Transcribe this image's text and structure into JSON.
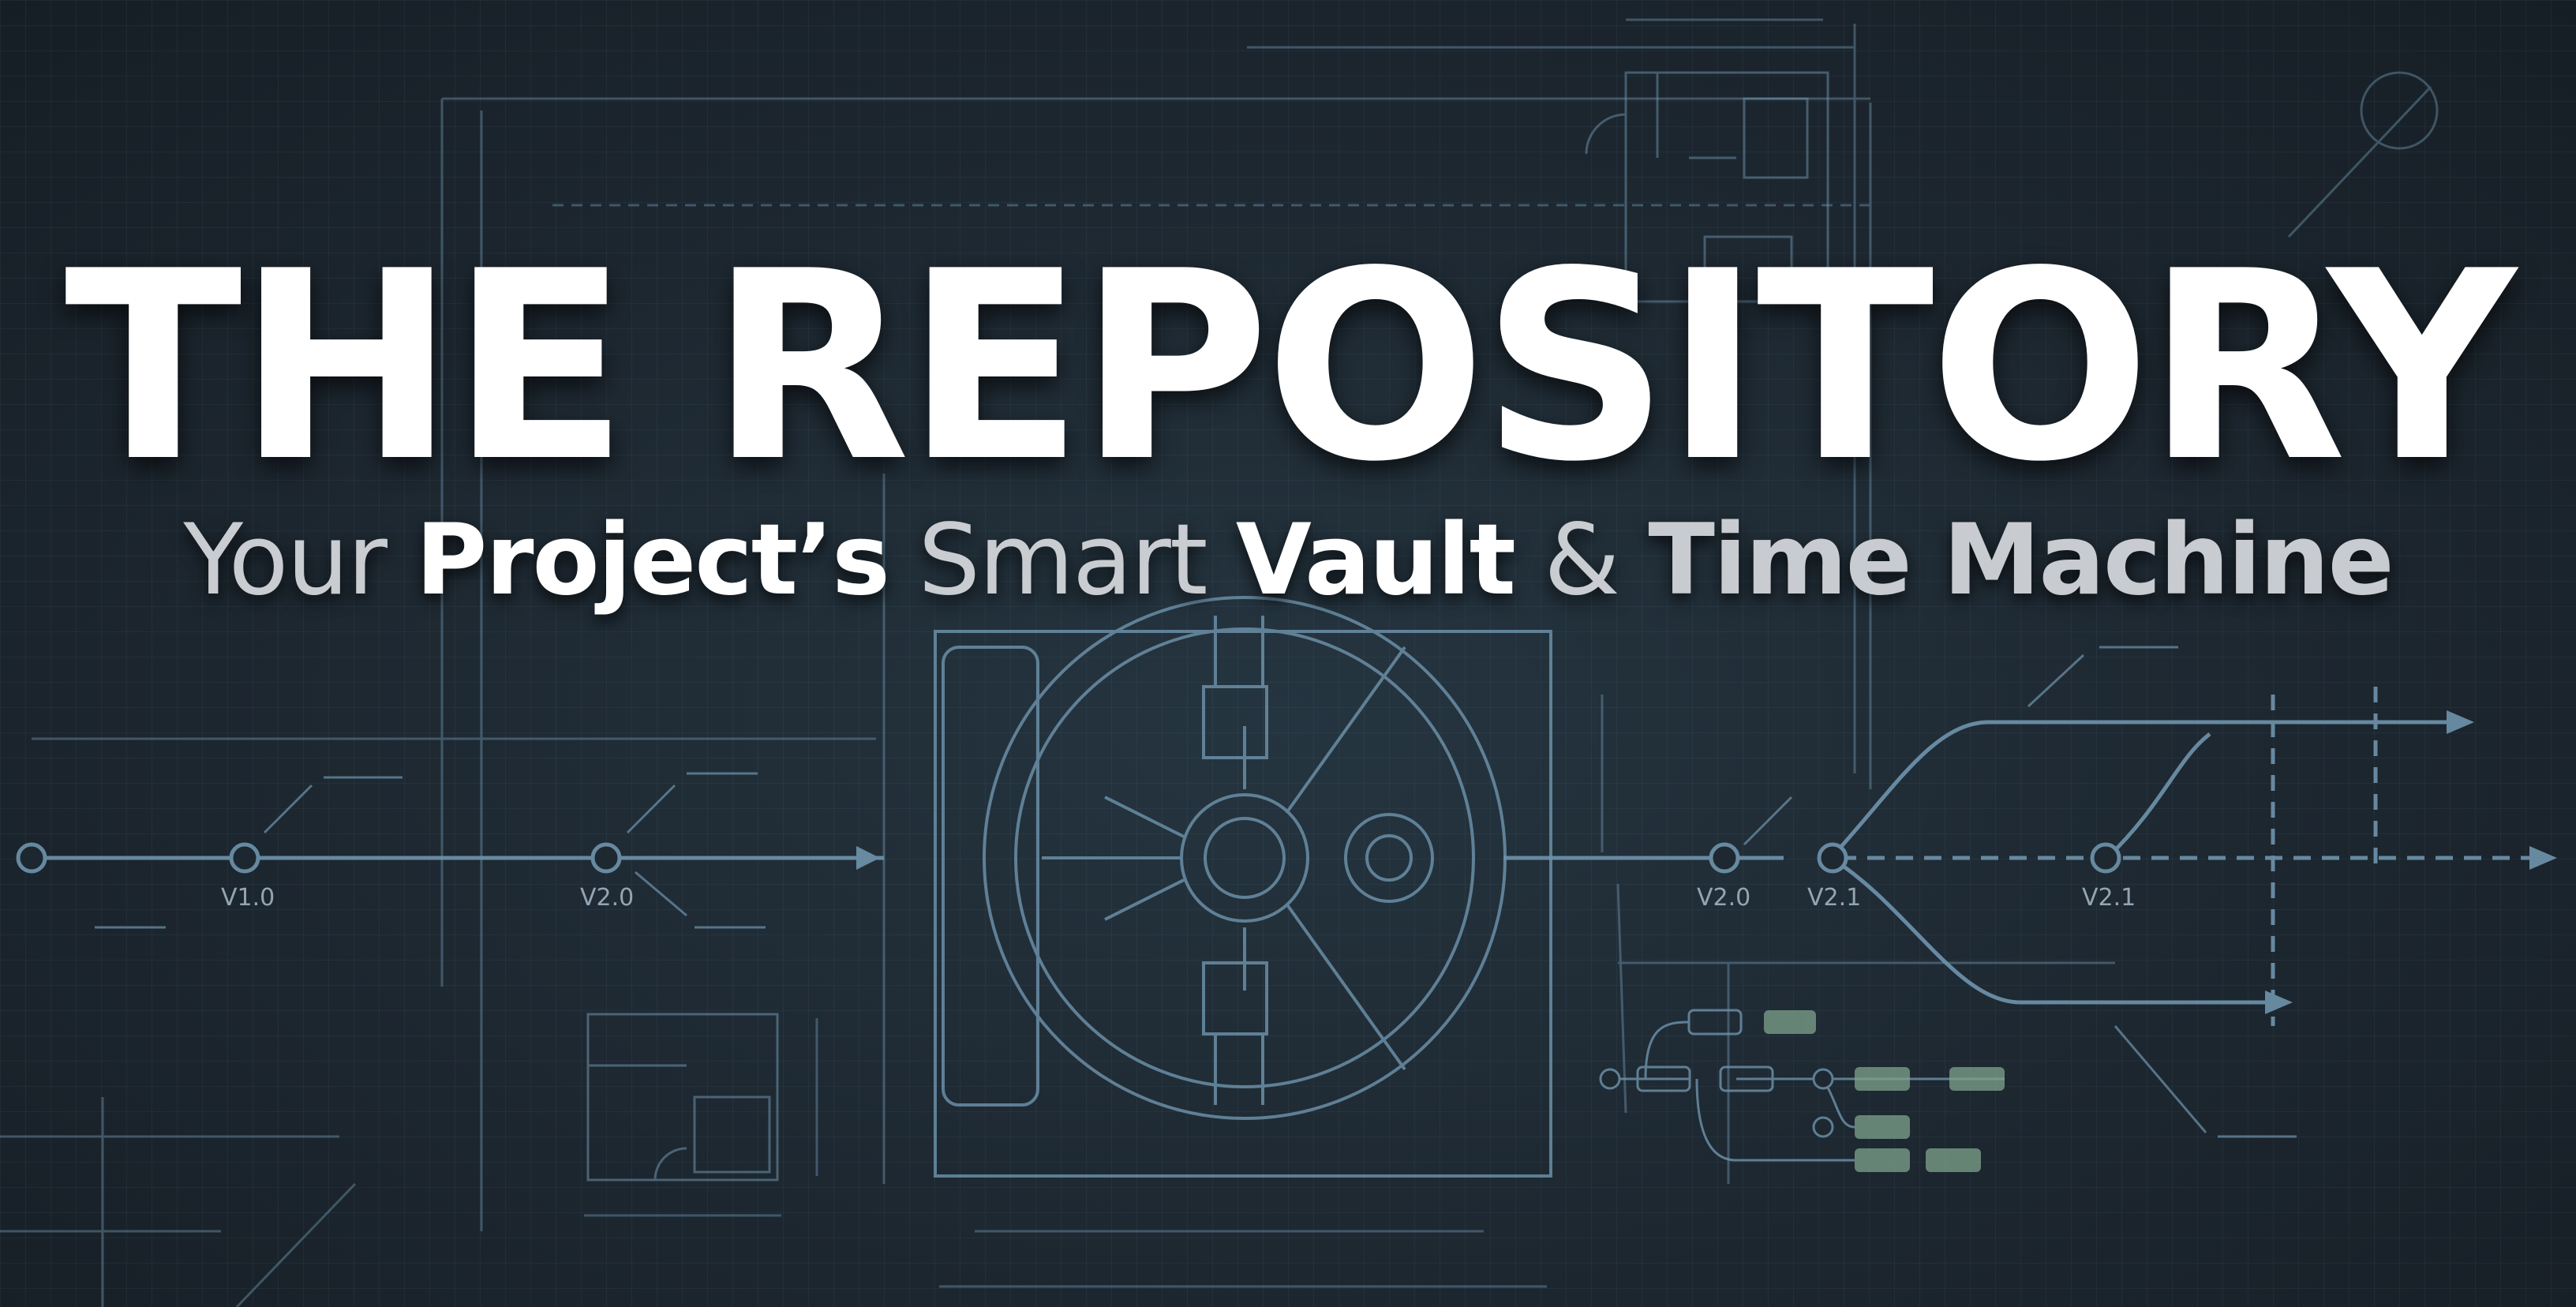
{
  "title": "THE REPOSITORY",
  "subtitle": {
    "part1": "Your",
    "part2": "Project’s",
    "part3": "Smart",
    "part4": "Vault",
    "part5": "&",
    "part6": "Time Machine"
  },
  "timeline_labels": {
    "v1_0": "V1.0",
    "v2_0_left": "V2.0",
    "v2_0_right": "V2.0",
    "v2_1_a": "V2.1",
    "v2_1_b": "V2.1"
  },
  "colors": {
    "background": "#1e2830",
    "line": "#6f94ad",
    "node_green": "#7fa38c",
    "title": "#ffffff"
  }
}
